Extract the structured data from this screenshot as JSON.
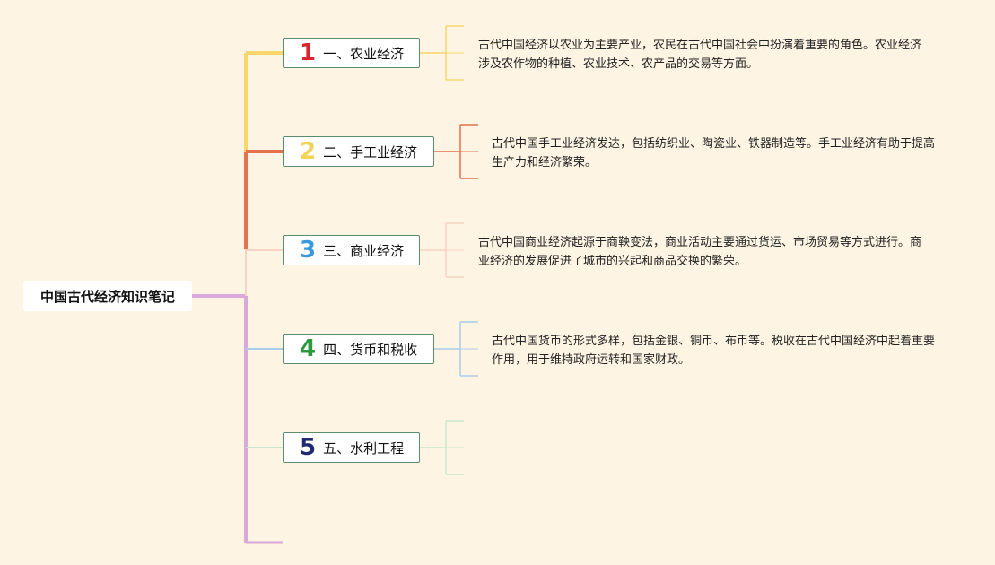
{
  "root": {
    "title": "中国古代经济知识笔记"
  },
  "topics": [
    {
      "num": "1",
      "label": "一、农业经济",
      "num_color": "#d9252f",
      "branch_color": "#f7d76a",
      "note": "古代中国经济以农业为主要产业，农民在古代中国社会中扮演着重要的角色。农业经济涉及农作物的种植、农业技术、农产品的交易等方面。"
    },
    {
      "num": "2",
      "label": "二、手工业经济",
      "num_color": "#f2d35a",
      "branch_color": "#e3734f",
      "note": "古代中国手工业经济发达，包括纺织业、陶瓷业、铁器制造等。手工业经济有助于提高生产力和经济繁荣。"
    },
    {
      "num": "3",
      "label": "三、商业经济",
      "num_color": "#3a9ad9",
      "branch_color": "#f6d3c2",
      "note": "古代中国商业经济起源于商鞅变法，商业活动主要通过货运、市场贸易等方式进行。商业经济的发展促进了城市的兴起和商品交换的繁荣。"
    },
    {
      "num": "4",
      "label": "四、货币和税收",
      "num_color": "#2a9a3a",
      "branch_color": "#a9cde9",
      "note": "古代中国货币的形式多样，包括金银、铜币、布币等。税收在古代中国经济中起着重要作用，用于维持政府运转和国家财政。"
    },
    {
      "num": "5",
      "label": "五、水利工程",
      "num_color": "#1f2b6e",
      "branch_color": "#c8e6cf",
      "note": ""
    }
  ],
  "trunk_color": "#d9a9d9"
}
